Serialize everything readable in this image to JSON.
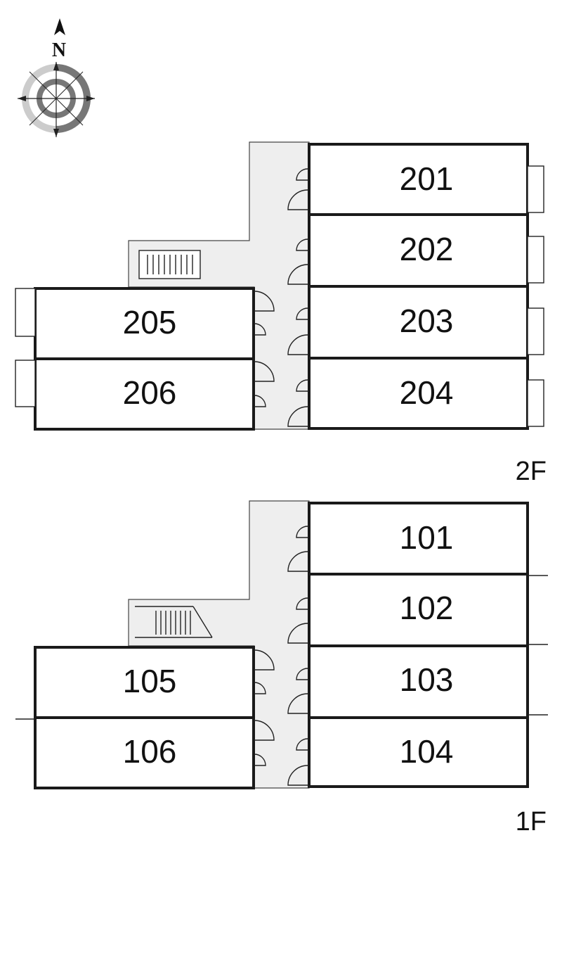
{
  "compass": {
    "north_label": "N"
  },
  "floors": [
    {
      "label": "2F",
      "rooms": [
        {
          "number": "201"
        },
        {
          "number": "202"
        },
        {
          "number": "203"
        },
        {
          "number": "204"
        },
        {
          "number": "205"
        },
        {
          "number": "206"
        }
      ]
    },
    {
      "label": "1F",
      "rooms": [
        {
          "number": "101"
        },
        {
          "number": "102"
        },
        {
          "number": "103"
        },
        {
          "number": "104"
        },
        {
          "number": "105"
        },
        {
          "number": "106"
        }
      ]
    }
  ]
}
